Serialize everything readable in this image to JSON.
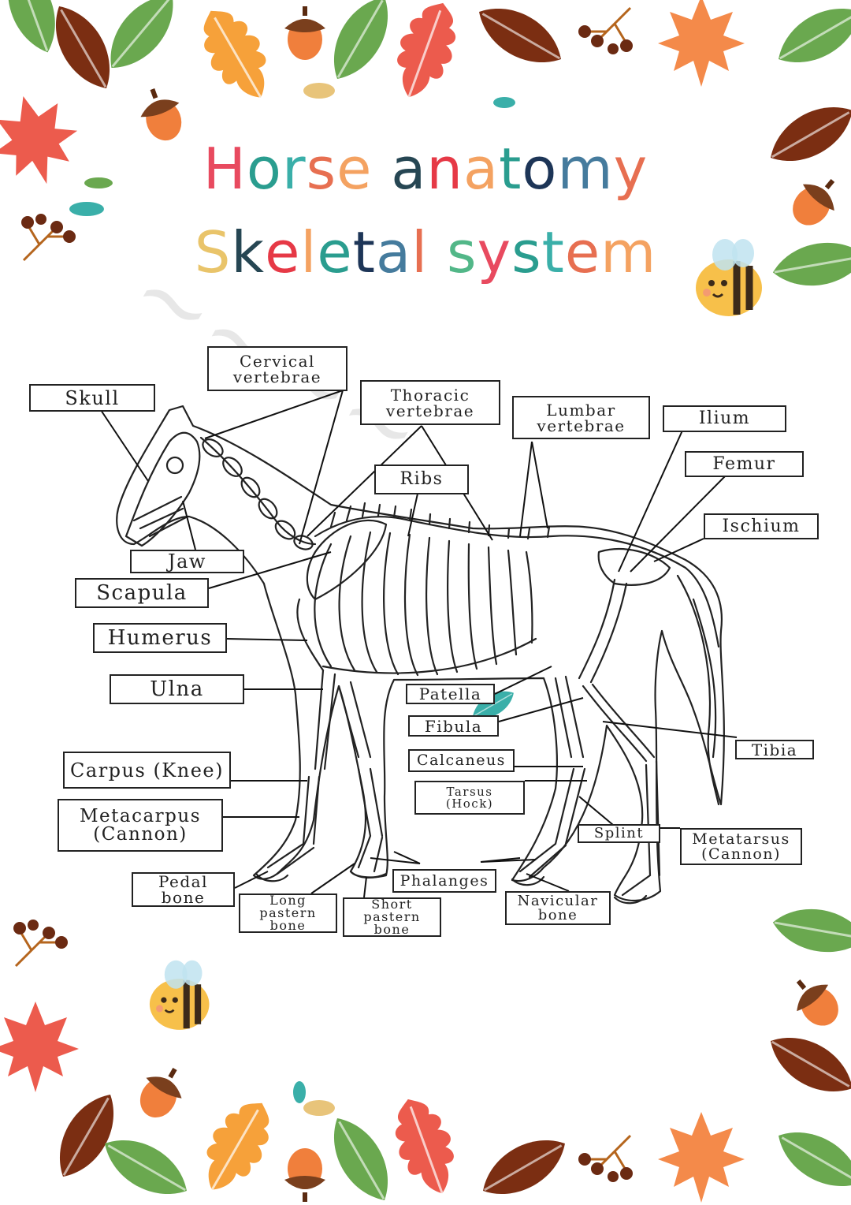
{
  "title": {
    "line1": [
      "H",
      "o",
      "r",
      "s",
      "e",
      " ",
      "a",
      "n",
      "a",
      "t",
      "o",
      "m",
      "y"
    ],
    "line2": [
      "S",
      "k",
      "e",
      "l",
      "e",
      "t",
      "a",
      "l",
      " ",
      "s",
      "y",
      "s",
      "t",
      "e",
      "m"
    ],
    "letter_colors": [
      "#e84a5f",
      "#2a9d8f",
      "#3aafa9",
      "#e76f51",
      "#f4a261",
      "#e9c46a",
      "#264653",
      "#e63946",
      "#f4a261",
      "#2a9d8f",
      "#1d3557",
      "#457b9d",
      "#e76f51",
      "#e9c46a",
      "#52b788"
    ]
  },
  "labels": {
    "skull": "Skull",
    "cervical": "Cervical\nvertebrae",
    "thoracic": "Thoracic\nvertebrae",
    "lumbar": "Lumbar\nvertebrae",
    "ilium": "Ilium",
    "femur": "Femur",
    "ischium": "Ischium",
    "ribs": "Ribs",
    "jaw": "Jaw",
    "scapula": "Scapula",
    "humerus": "Humerus",
    "ulna": "Ulna",
    "patella": "Patella",
    "fibula": "Fibula",
    "tibia": "Tibia",
    "calcaneus": "Calcaneus",
    "tarsus": "Tarsus\n(Hock)",
    "carpus": "Carpus (Knee)",
    "metacarpus": "Metacarpus\n(Cannon)",
    "splint": "Splint",
    "metatarsus": "Metatarsus\n(Cannon)",
    "pedal": "Pedal\nbone",
    "long_pastern": "Long\npastern\nbone",
    "short_pastern": "Short\npastern\nbone",
    "phalanges": "Phalanges",
    "navicular": "Navicular\nbone"
  },
  "colors": {
    "leaf_green": "#6aa84f",
    "leaf_orange": "#f6a13a",
    "leaf_red": "#ec5b4d",
    "leaf_brown": "#8b3a1a",
    "acorn": "#f07f3c",
    "bee_yellow": "#f7c04a"
  }
}
